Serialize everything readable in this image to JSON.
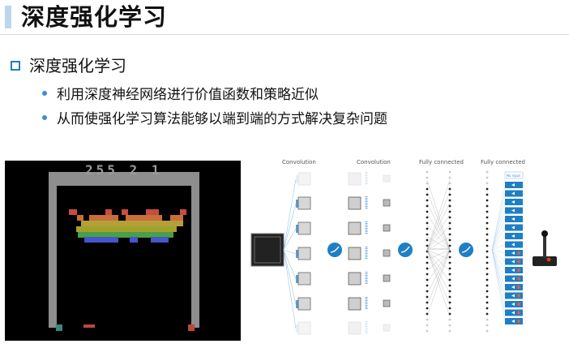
{
  "slide": {
    "title": "深度强化学习",
    "section_heading": "深度强化学习",
    "bullets": [
      "利用深度神经网络进行价值函数和策略近似",
      "从而使强化学习算法能够以端到端的方式解决复杂问题"
    ]
  },
  "game": {
    "score_text": "255 2 1",
    "brick_colors": [
      "#c84c3c",
      "#c86e3a",
      "#b4a03a",
      "#a2a22a",
      "#48a048",
      "#4456c8"
    ]
  },
  "network": {
    "layer_labels": [
      "Convolution",
      "Convolution",
      "Fully connected",
      "Fully connected"
    ],
    "output_top_label": "No input",
    "accent_color": "#1f7fc4",
    "joystick_icon": "joystick-icon",
    "activation_icon": "activation-curve-icon"
  }
}
